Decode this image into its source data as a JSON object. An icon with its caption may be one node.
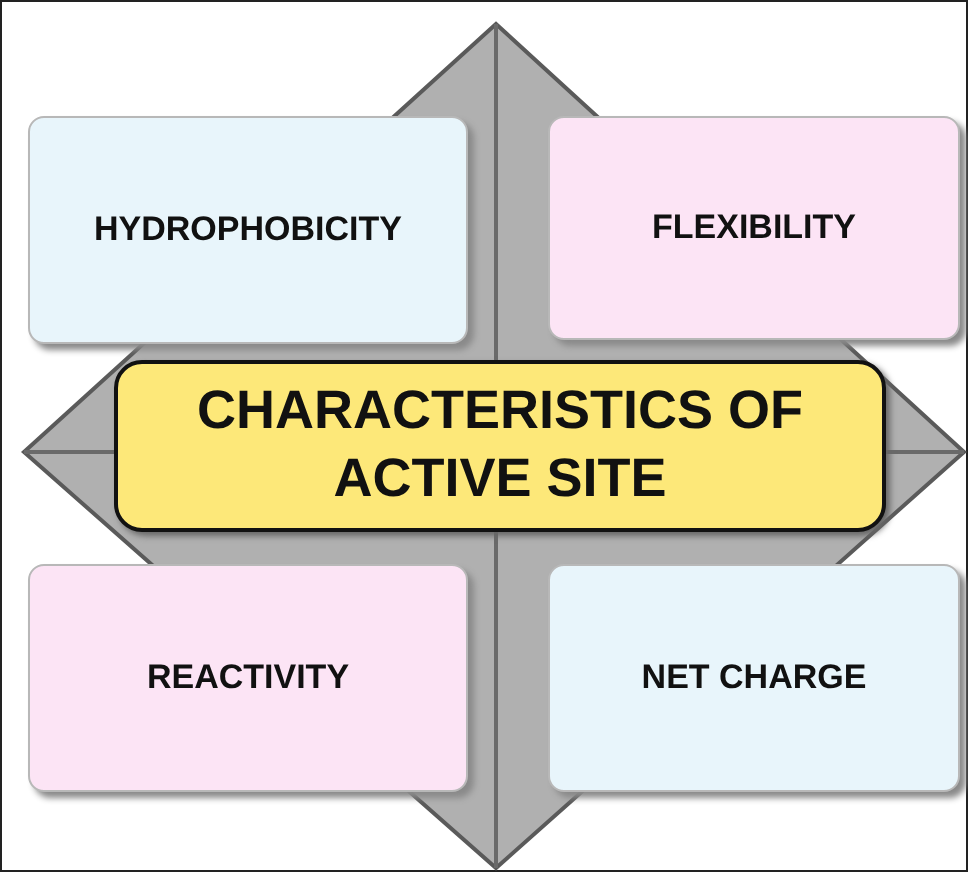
{
  "diagram": {
    "nodes": [
      {
        "text": [
          "HYDROPHOBICITY"
        ]
      },
      {
        "text": [
          "FLEXIBILITY"
        ]
      },
      {
        "text": [
          "CHARACTERISTICS OF ACTIVE SITE"
        ]
      },
      {
        "text": [
          "REACTIVITY"
        ]
      },
      {
        "text": [
          "NET CHARGE"
        ]
      }
    ]
  }
}
